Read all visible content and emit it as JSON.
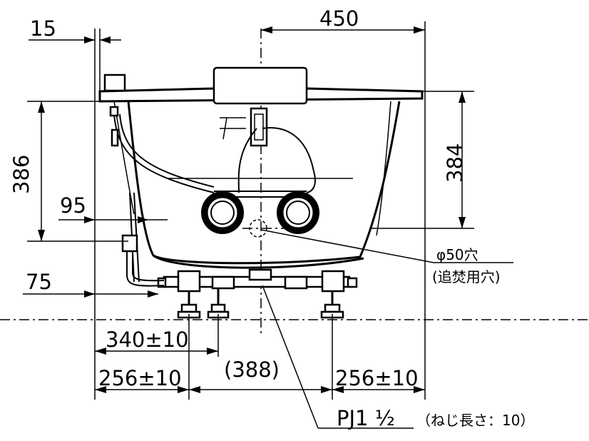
{
  "dimensions": {
    "d15": "15",
    "d450": "450",
    "d386": "386",
    "d384": "384",
    "d95": "95",
    "d75": "75",
    "d340": "340±10",
    "d256_left": "256±10",
    "d388": "(388)",
    "d256_right": "256±10"
  },
  "labels": {
    "hole_line1": "φ50穴",
    "hole_line2": "(追焚用穴)",
    "pipe_thread": "PJ1 ½",
    "thread_note": "（ねじ長さ：10）"
  }
}
